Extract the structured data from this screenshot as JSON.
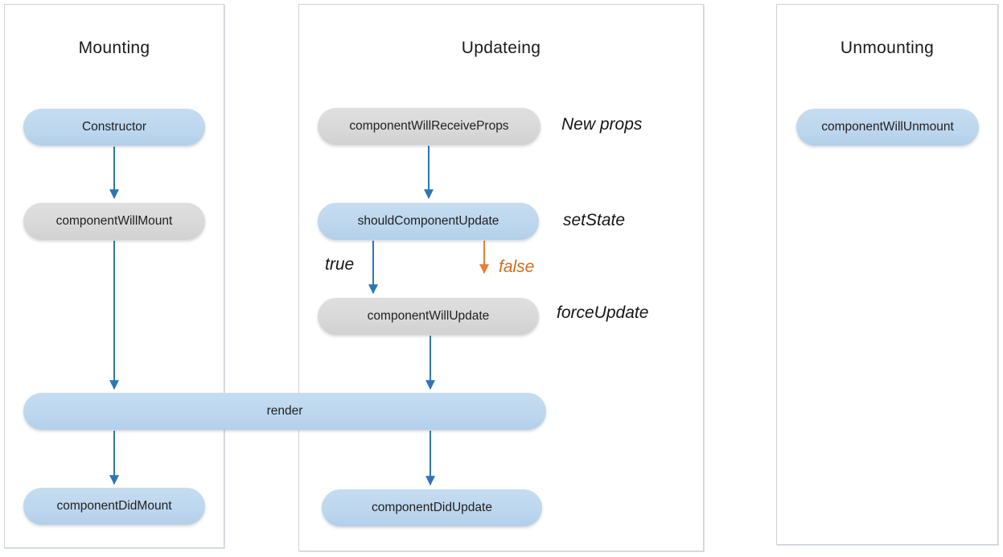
{
  "diagram": {
    "panels": {
      "mounting": {
        "title": "Mounting"
      },
      "updating": {
        "title": "Updateing"
      },
      "unmounting": {
        "title": "Unmounting"
      }
    },
    "nodes": {
      "constructor": {
        "label": "Constructor",
        "variant": "blue"
      },
      "componentWillMount": {
        "label": "componentWillMount",
        "variant": "gray"
      },
      "render": {
        "label": "render",
        "variant": "blue"
      },
      "componentDidMount": {
        "label": "componentDidMount",
        "variant": "blue"
      },
      "componentWillReceiveProps": {
        "label": "componentWillReceiveProps",
        "variant": "gray"
      },
      "shouldComponentUpdate": {
        "label": "shouldComponentUpdate",
        "variant": "blue"
      },
      "componentWillUpdate": {
        "label": "componentWillUpdate",
        "variant": "gray"
      },
      "componentDidUpdate": {
        "label": "componentDidUpdate",
        "variant": "blue"
      },
      "componentWillUnmount": {
        "label": "componentWillUnmount",
        "variant": "blue"
      }
    },
    "annotations": {
      "new_props": "New props",
      "set_state": "setState",
      "force_update": "forceUpdate",
      "true_branch": "true",
      "false_branch": "false"
    },
    "edges": [
      {
        "from": "constructor",
        "to": "componentWillMount",
        "color": "blue"
      },
      {
        "from": "componentWillMount",
        "to": "render",
        "color": "blue"
      },
      {
        "from": "render",
        "to": "componentDidMount",
        "color": "blue"
      },
      {
        "from": "componentWillReceiveProps",
        "to": "shouldComponentUpdate",
        "color": "blue"
      },
      {
        "from": "shouldComponentUpdate",
        "to": "componentWillUpdate",
        "color": "blue",
        "label": "true"
      },
      {
        "from": "shouldComponentUpdate",
        "to": null,
        "color": "orange",
        "label": "false"
      },
      {
        "from": "componentWillUpdate",
        "to": "render",
        "color": "blue"
      },
      {
        "from": "render",
        "to": "componentDidUpdate",
        "color": "blue"
      }
    ],
    "colors": {
      "node_blue": "#bdd7ee",
      "node_gray": "#d9d9d9",
      "arrow_blue": "#2e75b6",
      "arrow_orange": "#ed7d31",
      "false_text": "#d06a1f"
    }
  }
}
